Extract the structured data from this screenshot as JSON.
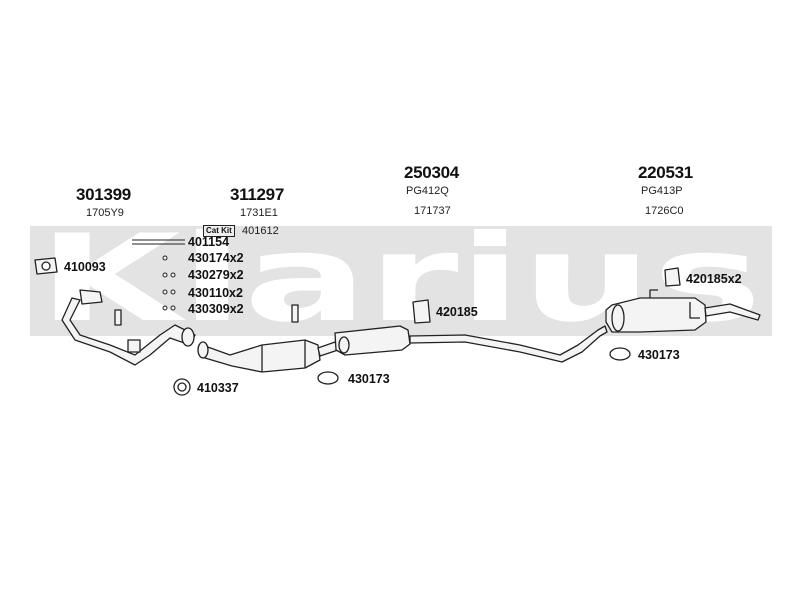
{
  "watermark": "Klarius",
  "assemblies": [
    {
      "number": "301399",
      "ref": "1705Y9"
    },
    {
      "number": "311297",
      "ref": "1731E1",
      "kit_label": "Cat Kit",
      "kit_number": "401612"
    },
    {
      "number": "250304",
      "ref": "PG412Q",
      "ref2": "171737"
    },
    {
      "number": "220531",
      "ref": "PG413P",
      "ref2": "1726C0"
    }
  ],
  "parts": [
    {
      "label": "401154"
    },
    {
      "label": "430174x2"
    },
    {
      "label": "430279x2"
    },
    {
      "label": "430110x2"
    },
    {
      "label": "430309x2"
    },
    {
      "label": "410093"
    },
    {
      "label": "410337"
    },
    {
      "label": "430173"
    },
    {
      "label": "420185"
    },
    {
      "label": "420185x2"
    },
    {
      "label": "430173"
    }
  ],
  "colors": {
    "line": "#222222",
    "watermark": "#e3e3e3",
    "part_fill": "#f2f2f2"
  }
}
